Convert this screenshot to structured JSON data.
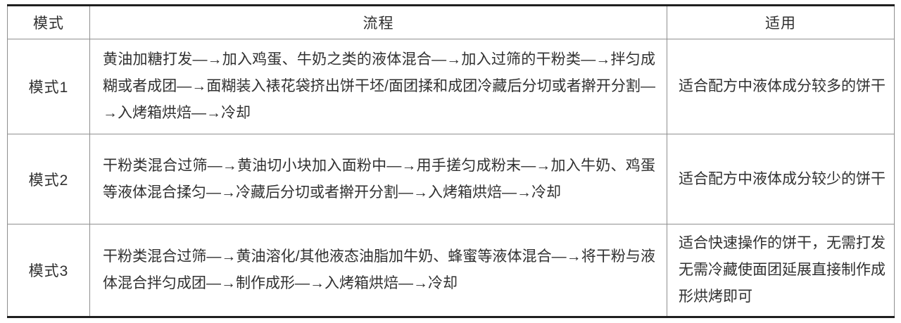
{
  "table": {
    "headers": [
      "模式",
      "流程",
      "适用"
    ],
    "rows": [
      {
        "mode": "模式1",
        "process": "黄油加糖打发—→加入鸡蛋、牛奶之类的液体混合—→加入过筛的干粉类—→拌匀成糊或者成团—→面糊装入裱花袋挤出饼干坯/面团揉和成团冷藏后分切或者擀开分割—→入烤箱烘焙—→冷却",
        "usage": "适合配方中液体成分较多的饼干"
      },
      {
        "mode": "模式2",
        "process": "干粉类混合过筛—→黄油切小块加入面粉中—→用手搓匀成粉末—→加入牛奶、鸡蛋等液体混合揉匀—→冷藏后分切或者擀开分割—→入烤箱烘焙—→冷却",
        "usage": "适合配方中液体成分较少的饼干"
      },
      {
        "mode": "模式3",
        "process": "干粉类混合过筛—→黄油溶化/其他液态油脂加牛奶、蜂蜜等液体混合—→将干粉与液体混合拌匀成团—→制作成形—→入烤箱烘焙—→冷却",
        "usage": "适合快速操作的饼干，无需打发无需冷藏使面团延展直接制作成形烘烤即可"
      }
    ]
  }
}
